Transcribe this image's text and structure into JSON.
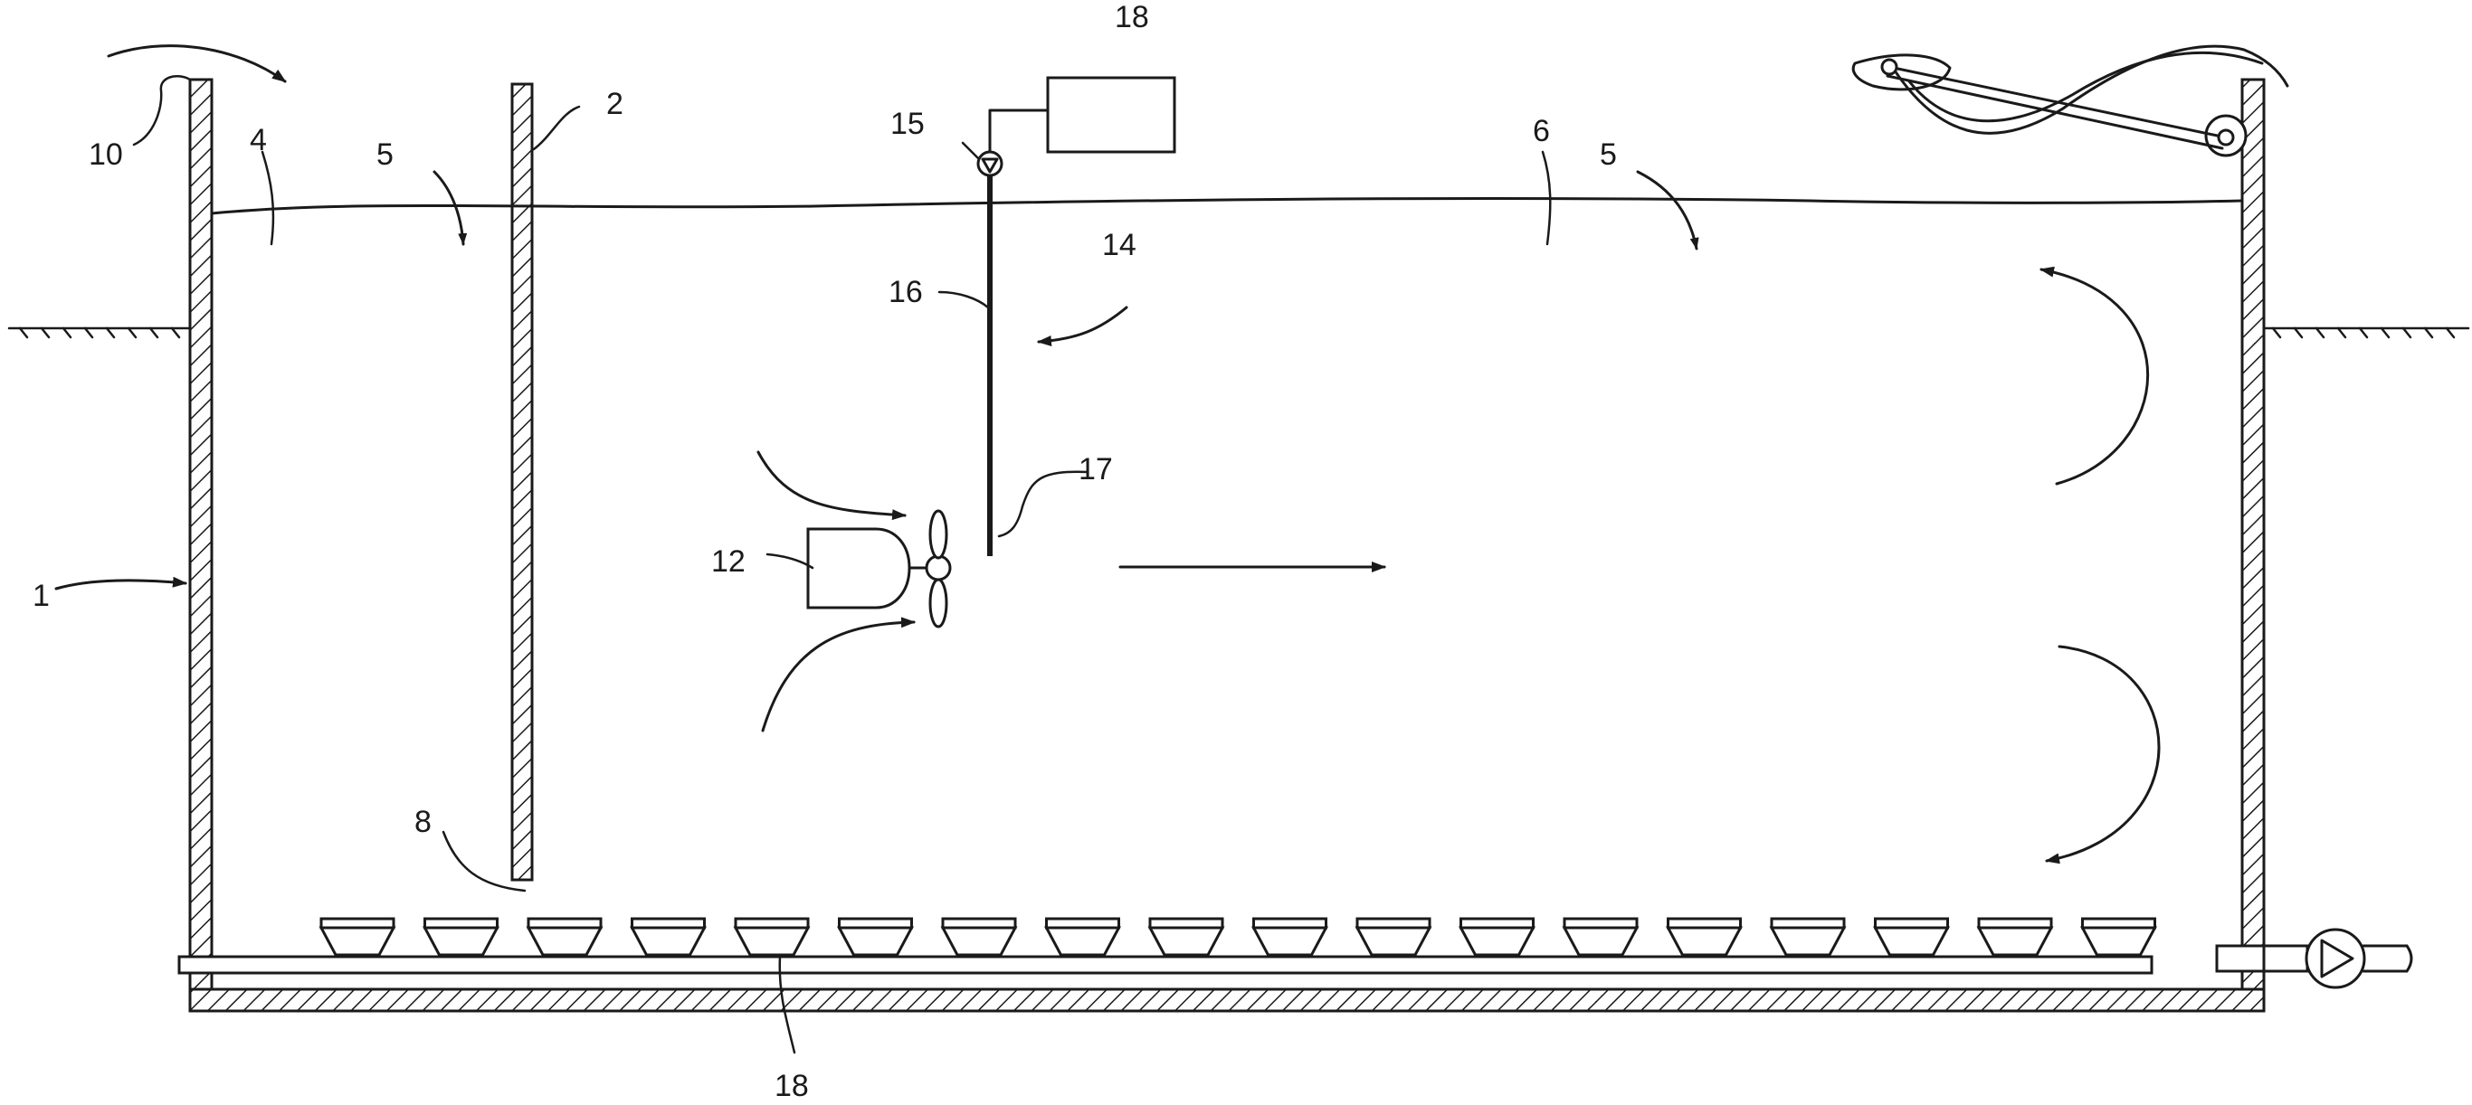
{
  "figure": {
    "labels": {
      "tank_wall": "1",
      "partition_wall": "2",
      "inlet_zone": "4",
      "surface_flow_left": "5",
      "surface_flow_right": "5",
      "main_zone": "6",
      "bottom_gap": "8",
      "inlet": "10",
      "mixer": "12",
      "flow_direction": "14",
      "valve": "15",
      "pipe": "16",
      "pipe_outlet": "17",
      "control_box": "18",
      "diffusers": "18"
    },
    "colors": {
      "line": "#1a1a1a",
      "background": "#ffffff"
    }
  }
}
